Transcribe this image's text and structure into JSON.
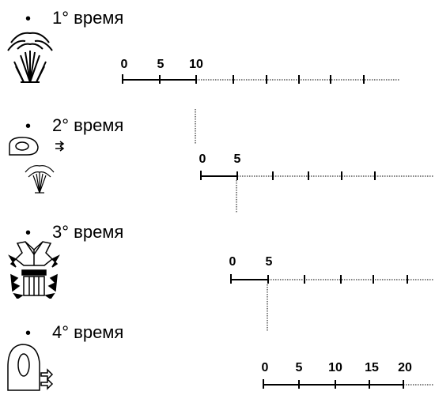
{
  "sections": [
    {
      "label": "1° время",
      "icon": "fountain-icon",
      "ticks": [
        "0",
        "5",
        "10"
      ]
    },
    {
      "label": "2° время",
      "icon": "spiral-fan-with-fountain-icon",
      "ticks": [
        "0",
        "5"
      ]
    },
    {
      "label": "3° время",
      "icon": "jester-figures-icon",
      "ticks": [
        "0",
        "5"
      ]
    },
    {
      "label": "4° время",
      "icon": "spiral-fan-icon",
      "ticks": [
        "0",
        "5",
        "10",
        "15",
        "20"
      ]
    }
  ],
  "bullet_char": "•"
}
